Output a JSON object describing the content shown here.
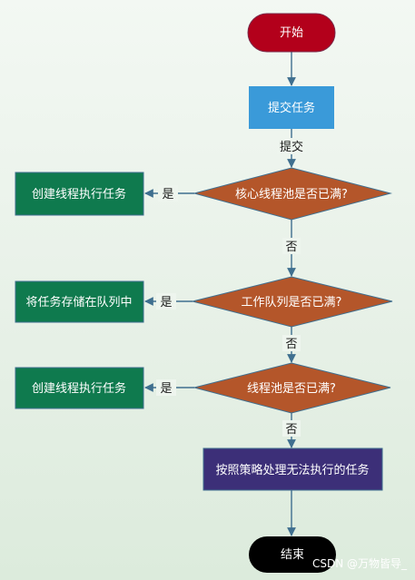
{
  "nodes": {
    "start": "开始",
    "submit_task": "提交任务",
    "core_pool_full": "核心线程池是否已满?",
    "create_thread_1": "创建线程执行任务",
    "queue_full": "工作队列是否已满?",
    "store_queue": "将任务存储在队列中",
    "pool_full": "线程池是否已满?",
    "create_thread_2": "创建线程执行任务",
    "reject_policy": "按照策略处理无法执行的任务",
    "end": "结束"
  },
  "edges": {
    "submit": "提交",
    "yes_1": "是",
    "no_1": "否",
    "yes_2": "是",
    "no_2": "否",
    "yes_3": "是",
    "no_3": "否"
  },
  "watermark": "CSDN @万物皆导_",
  "colors": {
    "start_fill": "#b3001b",
    "submit_fill": "#3a9ad9",
    "decision_fill": "#b4562a",
    "action_fill": "#0f7a4e",
    "reject_fill": "#3c2f78",
    "end_fill": "#000000",
    "edge": "#3f6f8f"
  }
}
